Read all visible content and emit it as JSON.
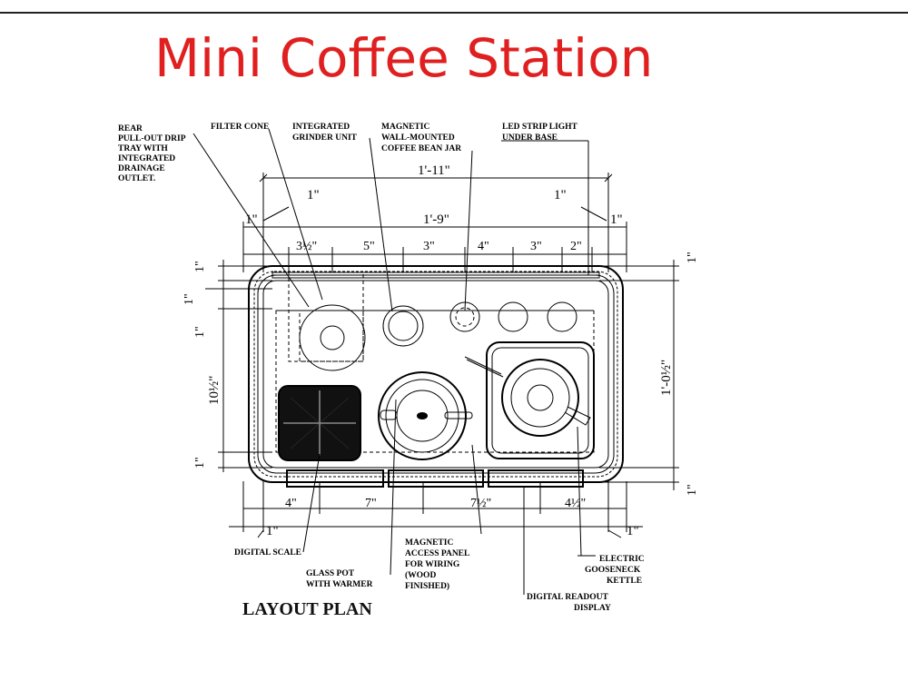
{
  "title": "Mini Coffee Station",
  "caption": "LAYOUT PLAN",
  "callouts": {
    "rear_tray": [
      "REAR",
      "PULL-OUT DRIP",
      "TRAY WITH",
      "INTEGRATED",
      "DRAINAGE",
      "OUTLET."
    ],
    "filter_cone": [
      "FILTER CONE"
    ],
    "grinder": [
      "INTEGRATED",
      "GRINDER UNIT"
    ],
    "bean_jar": [
      "MAGNETIC",
      "WALL-MOUNTED",
      "COFFEE BEAN JAR"
    ],
    "led_strip": [
      "LED STRIP LIGHT",
      "UNDER BASE"
    ],
    "digital_scale": [
      "DIGITAL SCALE"
    ],
    "glass_pot": [
      "GLASS POT",
      "WITH WARMER"
    ],
    "access_panel": [
      "MAGNETIC",
      "ACCESS PANEL",
      "FOR WIRING",
      "(WOOD",
      "FINISHED)"
    ],
    "readout": [
      "DIGITAL READOUT",
      "DISPLAY"
    ],
    "kettle": [
      "ELECTRIC",
      "GOOSENECK",
      "KETTLE"
    ]
  },
  "dimensions": {
    "overall_width": "1'-11\"",
    "inner_width": "1'-9\"",
    "left_offset": "1\"",
    "right_offset": "1\"",
    "top_left_1": "1\"",
    "top_right_1": "1\"",
    "top_segments": [
      "3½\"",
      "5\"",
      "3\"",
      "4\"",
      "3\"",
      "2\""
    ],
    "bottom_segments": [
      "4\"",
      "7\"",
      "7½\"",
      "4½\""
    ],
    "bottom_left_1": "1\"",
    "bottom_right_1": "1\"",
    "left_top_1": "1\"",
    "left_mid_1": "1\"",
    "left_mid_1b": "1\"",
    "left_main": "10½\"",
    "left_bottom_1": "1\"",
    "right_top_1": "1\"",
    "right_main": "1'-0½\"",
    "right_bottom_1": "1\""
  }
}
